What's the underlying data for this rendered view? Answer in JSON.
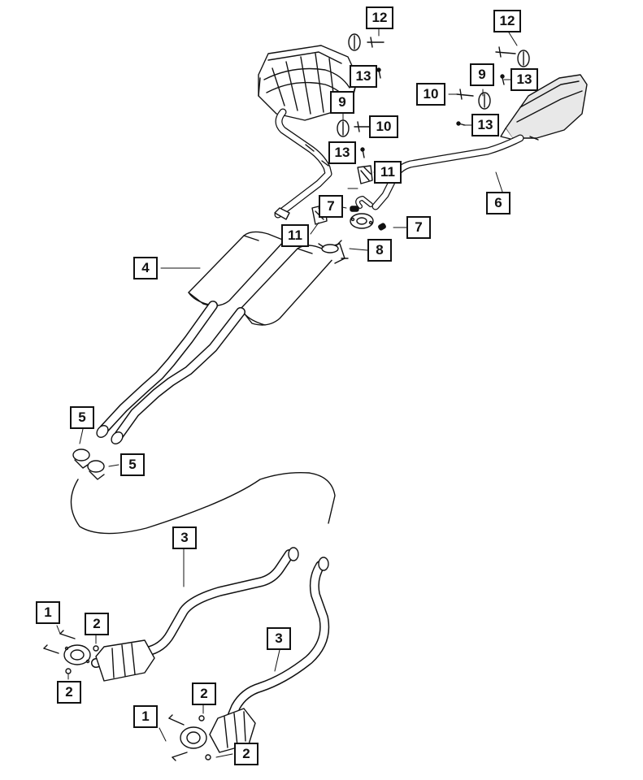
{
  "diagram": {
    "callouts": {
      "c1a": "1",
      "c1b": "1",
      "c2a": "2",
      "c2b": "2",
      "c2c": "2",
      "c2d": "2",
      "c3a": "3",
      "c3b": "3",
      "c4": "4",
      "c5a": "5",
      "c5b": "5",
      "c6": "6",
      "c7a": "7",
      "c7b": "7",
      "c8": "8",
      "c9a": "9",
      "c9b": "9",
      "c10a": "10",
      "c10b": "10",
      "c11a": "11",
      "c11b": "11",
      "c12a": "12",
      "c12b": "12",
      "c13a": "13",
      "c13b": "13",
      "c13c": "13",
      "c13d": "13"
    }
  }
}
